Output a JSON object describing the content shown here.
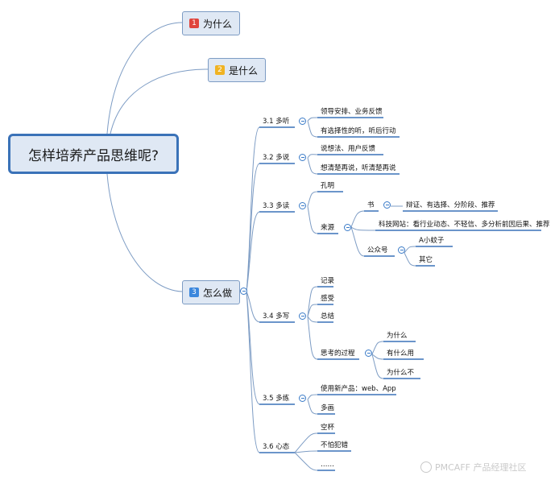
{
  "root": {
    "title": "怎样培养产品思维呢?"
  },
  "branches": [
    {
      "label": "为什么",
      "badge": "1",
      "badge_color": "#e0453d"
    },
    {
      "label": "是什么",
      "badge": "2",
      "badge_color": "#f0b323"
    },
    {
      "label": "怎么做",
      "badge": "3",
      "badge_color": "#3b87dd"
    }
  ],
  "how": [
    {
      "label": "3.1 多听",
      "children": [
        "领导安排、业务反馈",
        "有选择性的听，听后行动"
      ]
    },
    {
      "label": "3.2 多说",
      "children": [
        "说想法、用户反馈",
        "想清楚再说，听清楚再说"
      ]
    },
    {
      "label": "3.3 多读",
      "children": [
        "孔明",
        "来源"
      ],
      "source": {
        "book": {
          "label": "书",
          "detail": "辩证、有选择、分阶段、推荐"
        },
        "tech_site": "科技网站：看行业动态、不轻信、多分析前因后果、推荐",
        "official": {
          "label": "公众号",
          "children": [
            "A小蚊子",
            "其它"
          ]
        }
      }
    },
    {
      "label": "3.4 多写",
      "children": [
        "记录",
        "感受",
        "总结",
        "思考的过程"
      ],
      "thinking": [
        "为什么",
        "有什么用",
        "为什么不"
      ]
    },
    {
      "label": "3.5 多练",
      "children": [
        "使用新产品：web、App",
        "多画"
      ]
    },
    {
      "label": "3.6 心态",
      "children": [
        "空杯",
        "不怕犯错",
        "……"
      ]
    }
  ],
  "watermark": "PMCAFF 产品经理社区",
  "colors": {
    "line": "#7d9cc4",
    "underline": "#3a72b8",
    "root_border": "#3a72b8",
    "fill": "#dfe8f4"
  }
}
